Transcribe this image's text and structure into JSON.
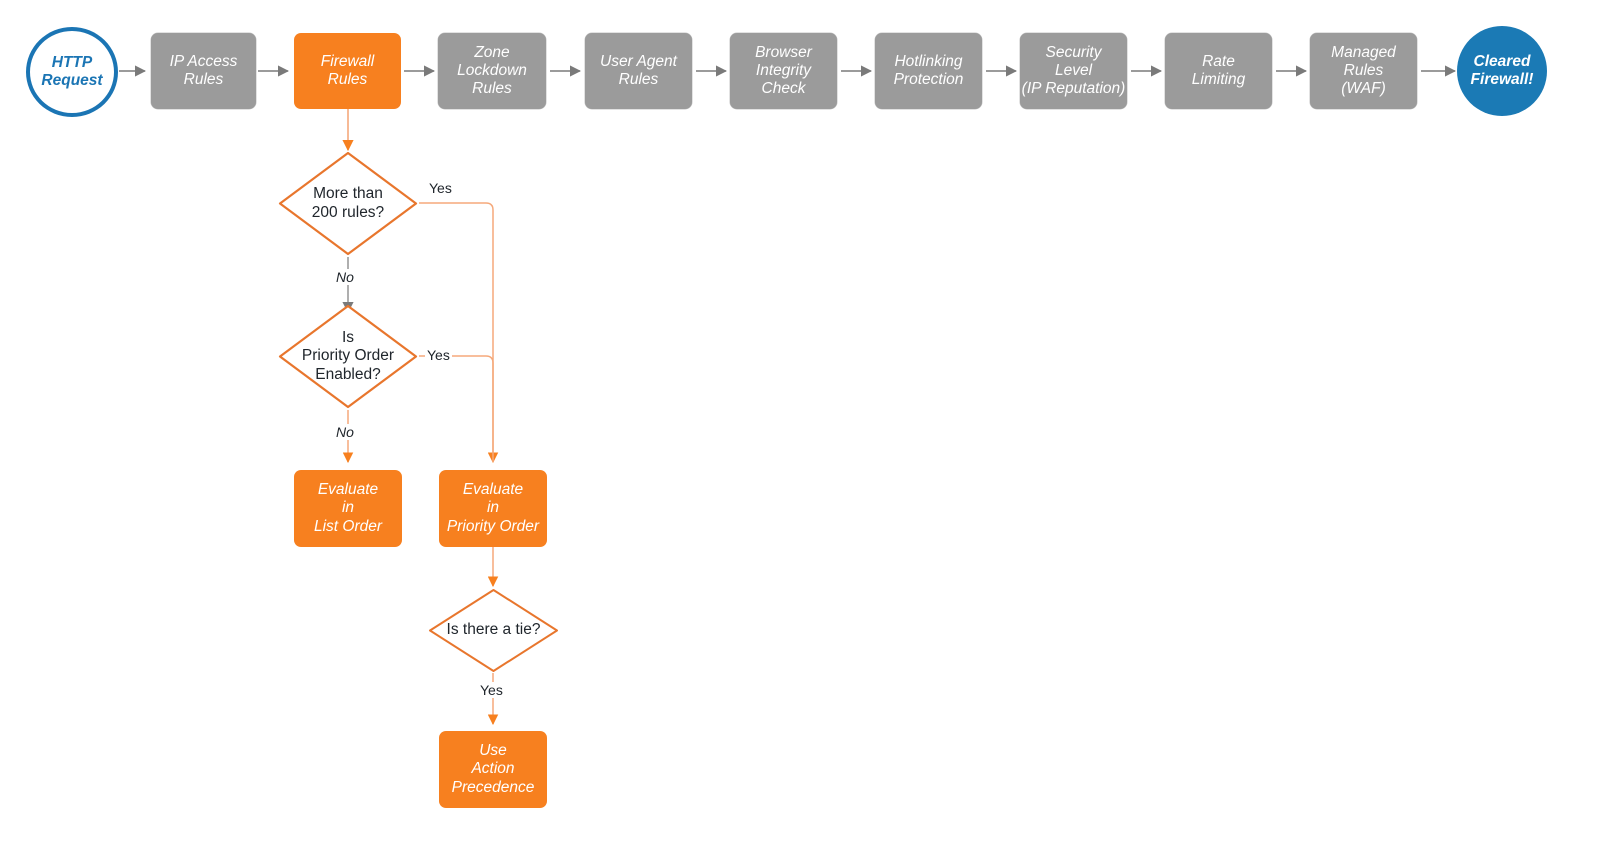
{
  "diagram": {
    "title": "Cloudflare firewall request evaluation order flowchart",
    "colors": {
      "gray": "#9b9b9b",
      "orange": "#f7801f",
      "orange_line": "#f5a97b",
      "blue": "#1b7ab5",
      "gray_line": "#8d8d8d",
      "text_dark": "#20262c"
    }
  },
  "pipeline": {
    "start": {
      "label": "HTTP\nRequest",
      "shape": "circle-outline"
    },
    "steps": [
      {
        "id": "ip-access-rules",
        "label": "IP Access\nRules",
        "highlight": false
      },
      {
        "id": "firewall-rules",
        "label": "Firewall\nRules",
        "highlight": true
      },
      {
        "id": "zone-lockdown-rules",
        "label": "Zone\nLockdown\nRules",
        "highlight": false
      },
      {
        "id": "user-agent-rules",
        "label": "User Agent\nRules",
        "highlight": false
      },
      {
        "id": "browser-integrity-check",
        "label": "Browser\nIntegrity\nCheck",
        "highlight": false
      },
      {
        "id": "hotlinking-protection",
        "label": "Hotlinking\nProtection",
        "highlight": false
      },
      {
        "id": "security-level",
        "label": "Security\nLevel\n(IP Reputation)",
        "highlight": false
      },
      {
        "id": "rate-limiting",
        "label": "Rate\nLimiting",
        "highlight": false
      },
      {
        "id": "managed-rules-waf",
        "label": "Managed\nRules\n(WAF)",
        "highlight": false
      }
    ],
    "end": {
      "label": "Cleared\nFirewall!",
      "shape": "circle-filled"
    }
  },
  "decisions": {
    "more_than_200_rules": {
      "label": "More than\n200 rules?"
    },
    "is_priority_order_enabled": {
      "label": "Is\nPriority Order\nEnabled?"
    },
    "is_there_a_tie": {
      "label": "Is there a tie?"
    }
  },
  "outcomes": {
    "evaluate_list_order": {
      "label": "Evaluate\nin\nList Order"
    },
    "evaluate_priority_order": {
      "label": "Evaluate\nin\nPriority Order"
    },
    "use_action_precedence": {
      "label": "Use\nAction\nPrecedence"
    }
  },
  "edge_labels": {
    "yes_200_rules": "Yes",
    "no_200_rules": "No",
    "yes_priority_order": "Yes",
    "no_priority_order": "No",
    "yes_tie": "Yes"
  }
}
